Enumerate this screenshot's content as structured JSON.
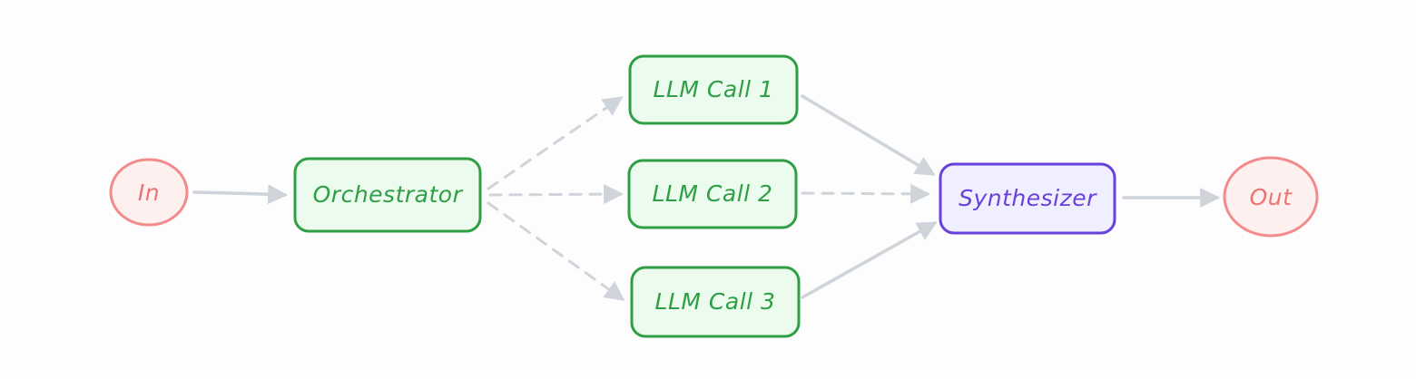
{
  "colors": {
    "background": "#fdfdfd",
    "terminal_stroke": "#f28b8b",
    "terminal_fill": "#fff0f0",
    "terminal_text": "#e87474",
    "worker_stroke": "#2f9e44",
    "worker_fill": "#ebfbee",
    "worker_text": "#2f9e44",
    "synth_stroke": "#6741d9",
    "synth_fill": "#f0efff",
    "synth_text": "#6741d9",
    "edge": "#ced4da"
  },
  "nodes": {
    "input": {
      "label": "In"
    },
    "orchestrator": {
      "label": "Orchestrator"
    },
    "llm_call_1": {
      "label": "LLM Call 1"
    },
    "llm_call_2": {
      "label": "LLM Call 2"
    },
    "llm_call_3": {
      "label": "LLM Call 3"
    },
    "synthesizer": {
      "label": "Synthesizer"
    },
    "output": {
      "label": "Out"
    }
  },
  "edges": [
    {
      "from": "input",
      "to": "orchestrator",
      "style": "solid"
    },
    {
      "from": "orchestrator",
      "to": "llm_call_1",
      "style": "dashed"
    },
    {
      "from": "orchestrator",
      "to": "llm_call_2",
      "style": "dashed"
    },
    {
      "from": "orchestrator",
      "to": "llm_call_3",
      "style": "dashed"
    },
    {
      "from": "llm_call_1",
      "to": "synthesizer",
      "style": "solid"
    },
    {
      "from": "llm_call_2",
      "to": "synthesizer",
      "style": "dashed"
    },
    {
      "from": "llm_call_3",
      "to": "synthesizer",
      "style": "solid"
    },
    {
      "from": "synthesizer",
      "to": "output",
      "style": "solid"
    }
  ]
}
